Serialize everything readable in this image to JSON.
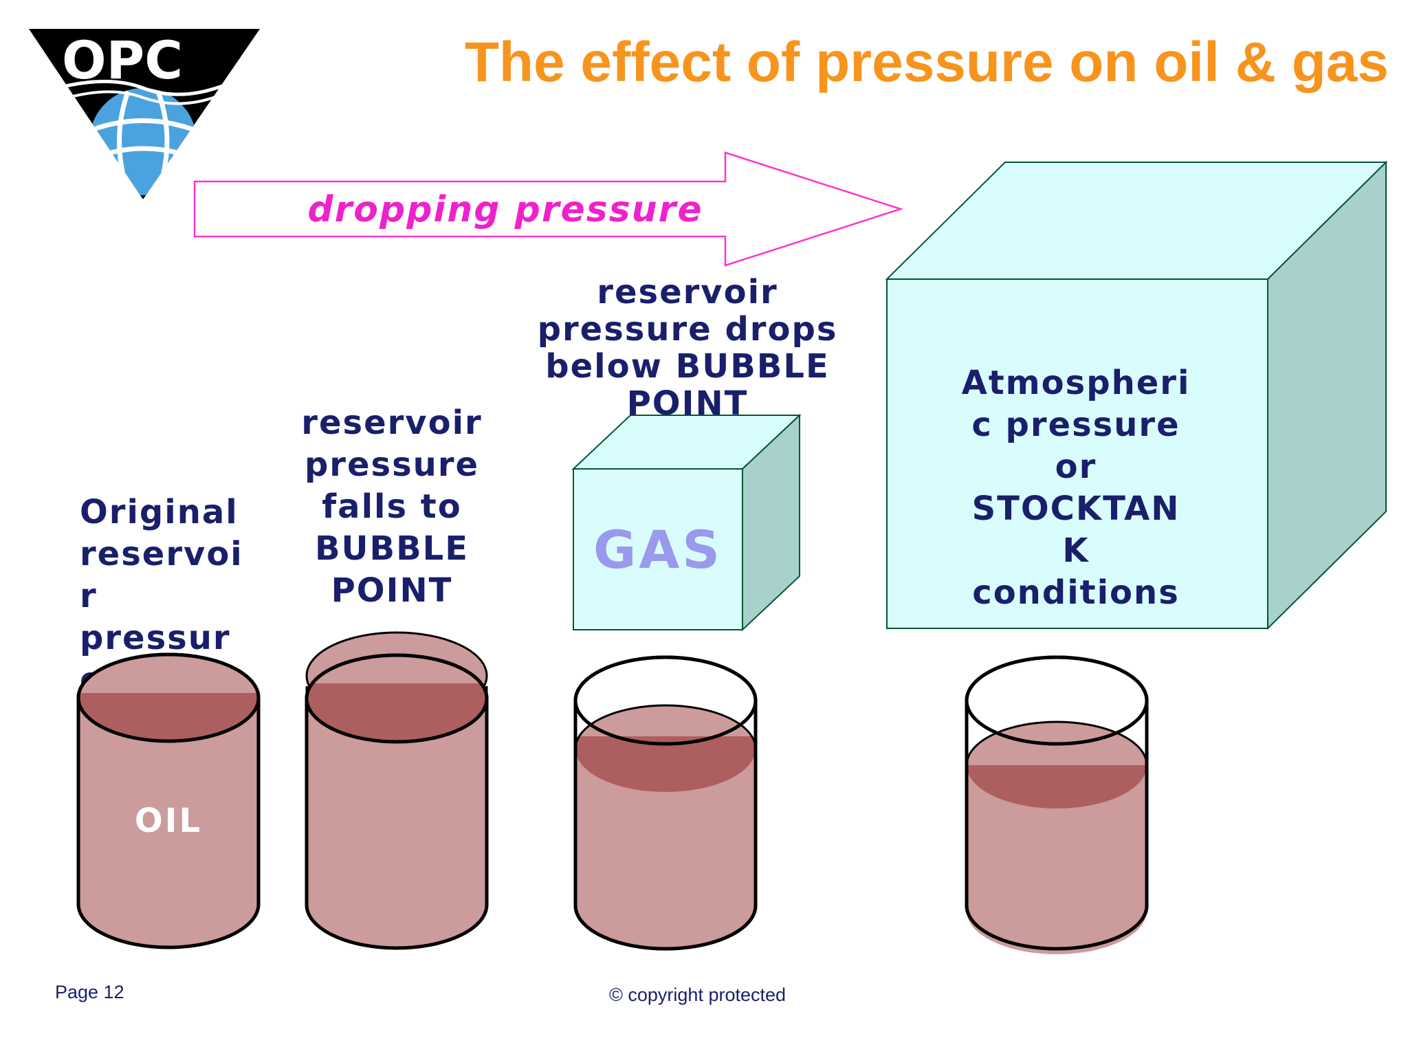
{
  "logo": {
    "text": "OPC"
  },
  "title": "The effect of pressure on oil & gas",
  "arrow": {
    "label": "dropping pressure"
  },
  "stages": [
    {
      "label": "Original\nreservoi\nr\npressur\ne",
      "cylinder_label": "OIL"
    },
    {
      "label": "reservoir\npressure\nfalls to\nBUBBLE\nPOINT"
    },
    {
      "label": "reservoir\npressure drops\nbelow BUBBLE\nPOINT",
      "box_label": "GAS"
    },
    {
      "label": "Atmospheri\nc pressure\nor\nSTOCKTAN\nK\nconditions"
    }
  ],
  "footer": {
    "page": "Page 12",
    "copyright": "© copyright protected"
  },
  "colors": {
    "title": "#F7941D",
    "arrow_text": "#EE22CC",
    "arrow_outline": "#FF33CC",
    "label_text": "#1A1F6B",
    "oil": "#CC9B9B",
    "oil_surface": "#AD5E5E",
    "gas_front": "#D9FDFD",
    "gas_side": "#A8D1CB",
    "gas_text": "#9999EE",
    "logo_globe": "#4AA3DF"
  },
  "icons": [
    "opc-logo",
    "globe-icon"
  ]
}
